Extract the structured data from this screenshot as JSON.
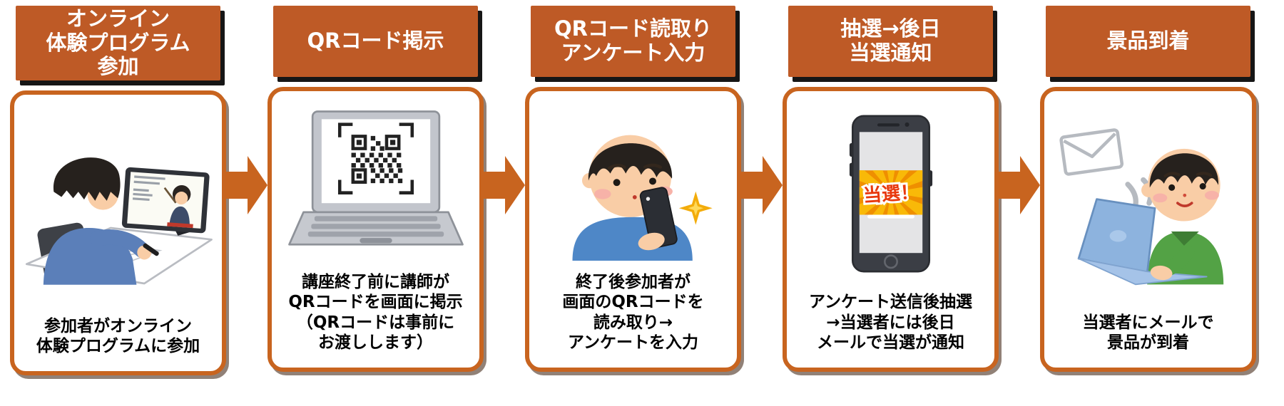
{
  "flow": {
    "steps": [
      {
        "header": "オンライン\n体験プログラム\n参加",
        "caption": "参加者がオンライン\n体験プログラムに参加",
        "illustration": "online-class"
      },
      {
        "header": "QRコード掲示",
        "caption": "講座終了前に講師が\nQRコードを画面に掲示\n（QRコードは事前に\nお渡しします）",
        "illustration": "qr-code-laptop"
      },
      {
        "header": "QRコード読取り\nアンケート入力",
        "caption": "終了後参加者が\n画面のQRコードを\n読み取り→\nアンケートを入力",
        "illustration": "smartphone-scan"
      },
      {
        "header": "抽選→後日\n当選通知",
        "caption": "アンケート送信後抽選\n→当選者には後日\nメールで当選が通知",
        "illustration": "winning-notification-phone"
      },
      {
        "header": "景品到着",
        "caption": "当選者にメールで\n景品が到着",
        "illustration": "prize-email"
      }
    ],
    "win_badge": "当選！",
    "colors": {
      "header_bg": "#BE5A26",
      "header_text": "#FFFFFF",
      "box_border": "#C8641F",
      "arrow": "#C8641F",
      "caption_text": "#000000",
      "win_text": "#E8380D",
      "burst_orange": "#EF8F00",
      "burst_yellow": "#F9B908"
    }
  }
}
